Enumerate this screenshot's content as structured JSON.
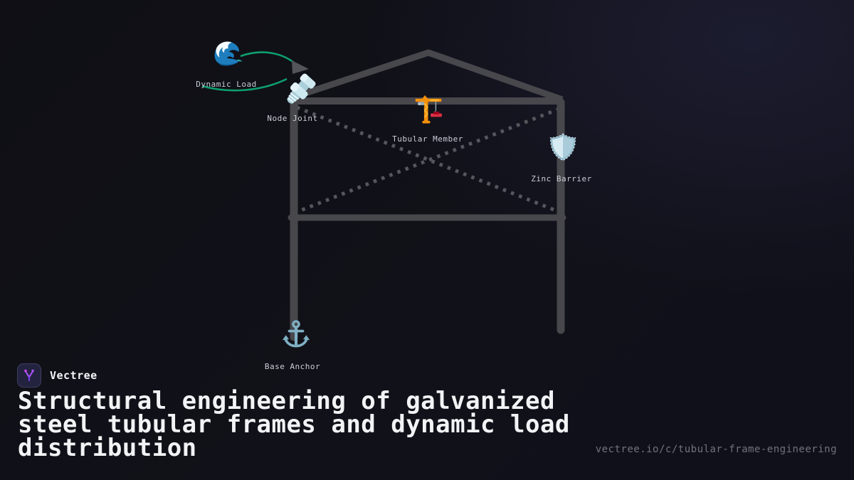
{
  "brand": {
    "name": "Vectree",
    "logo_icon": "vectree-branch-icon",
    "accent_color": "#a855f7"
  },
  "title": "Structural engineering of galvanized steel tubular frames and dynamic load distribution",
  "url": "vectree.io/c/tubular-frame-engineering",
  "diagram": {
    "type": "structural-frame-illustration",
    "frame_color": "#47474c",
    "brace_color": "#56565d",
    "arrow_color": "#0d9f6e",
    "label_color": "#c9ced6",
    "nodes": [
      {
        "id": "dynamic-load",
        "label": "Dynamic Load",
        "icon": "wave-icon"
      },
      {
        "id": "node-joint",
        "label": "Node Joint",
        "icon": "nut-and-bolt-icon"
      },
      {
        "id": "tubular-member",
        "label": "Tubular Member",
        "icon": "crane-icon"
      },
      {
        "id": "zinc-barrier",
        "label": "Zinc Barrier",
        "icon": "shield-icon"
      },
      {
        "id": "base-anchor",
        "label": "Base Anchor",
        "icon": "anchor-icon"
      }
    ]
  }
}
